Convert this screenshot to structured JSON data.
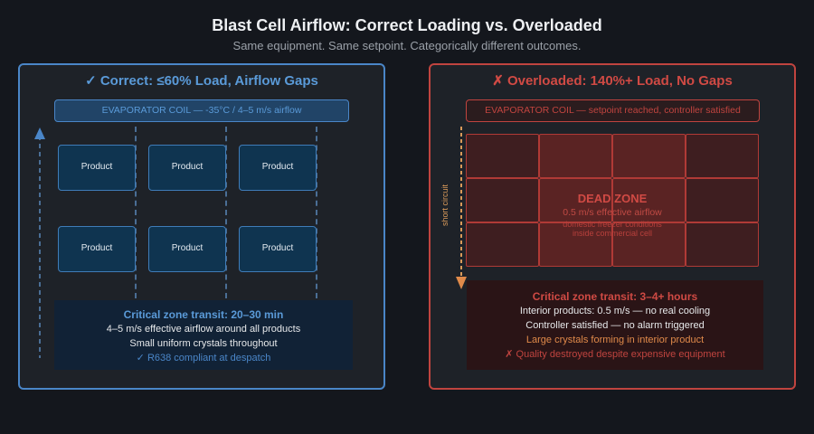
{
  "title": "Blast Cell Airflow: Correct Loading vs. Overloaded",
  "subtitle": "Same equipment. Same setpoint. Categorically different outcomes.",
  "left": {
    "heading": "✓ Correct: ≤60% Load, Airflow Gaps",
    "coil": "EVAPORATOR COIL — -35°C / 4–5 m/s airflow",
    "products": [
      "Product",
      "Product",
      "Product",
      "Product",
      "Product",
      "Product"
    ],
    "info": {
      "title": "Critical zone transit: 20–30 min",
      "lines": [
        "4–5 m/s effective airflow around all products",
        "Small uniform crystals throughout"
      ],
      "result": "✓ R638 compliant at despatch"
    }
  },
  "right": {
    "heading": "✗ Overloaded: 140%+ Load, No Gaps",
    "coil": "EVAPORATOR COIL — setpoint reached, controller satisfied",
    "short_circuit": "short circuit",
    "dead_zone": {
      "title": "DEAD ZONE",
      "airflow": "0.5 m/s effective airflow",
      "note1": "domestic freezer conditions",
      "note2": "inside commercial cell"
    },
    "info": {
      "title": "Critical zone transit: 3–4+ hours",
      "lines": [
        "Interior products: 0.5 m/s — no real cooling",
        "Controller satisfied — no alarm triggered"
      ],
      "warning": "Large crystals forming in interior product",
      "result": "✗ Quality destroyed despite expensive equipment"
    }
  },
  "colors": {
    "good": "#4a86c8",
    "bad": "#c0443f",
    "warn": "#e08a4a"
  }
}
